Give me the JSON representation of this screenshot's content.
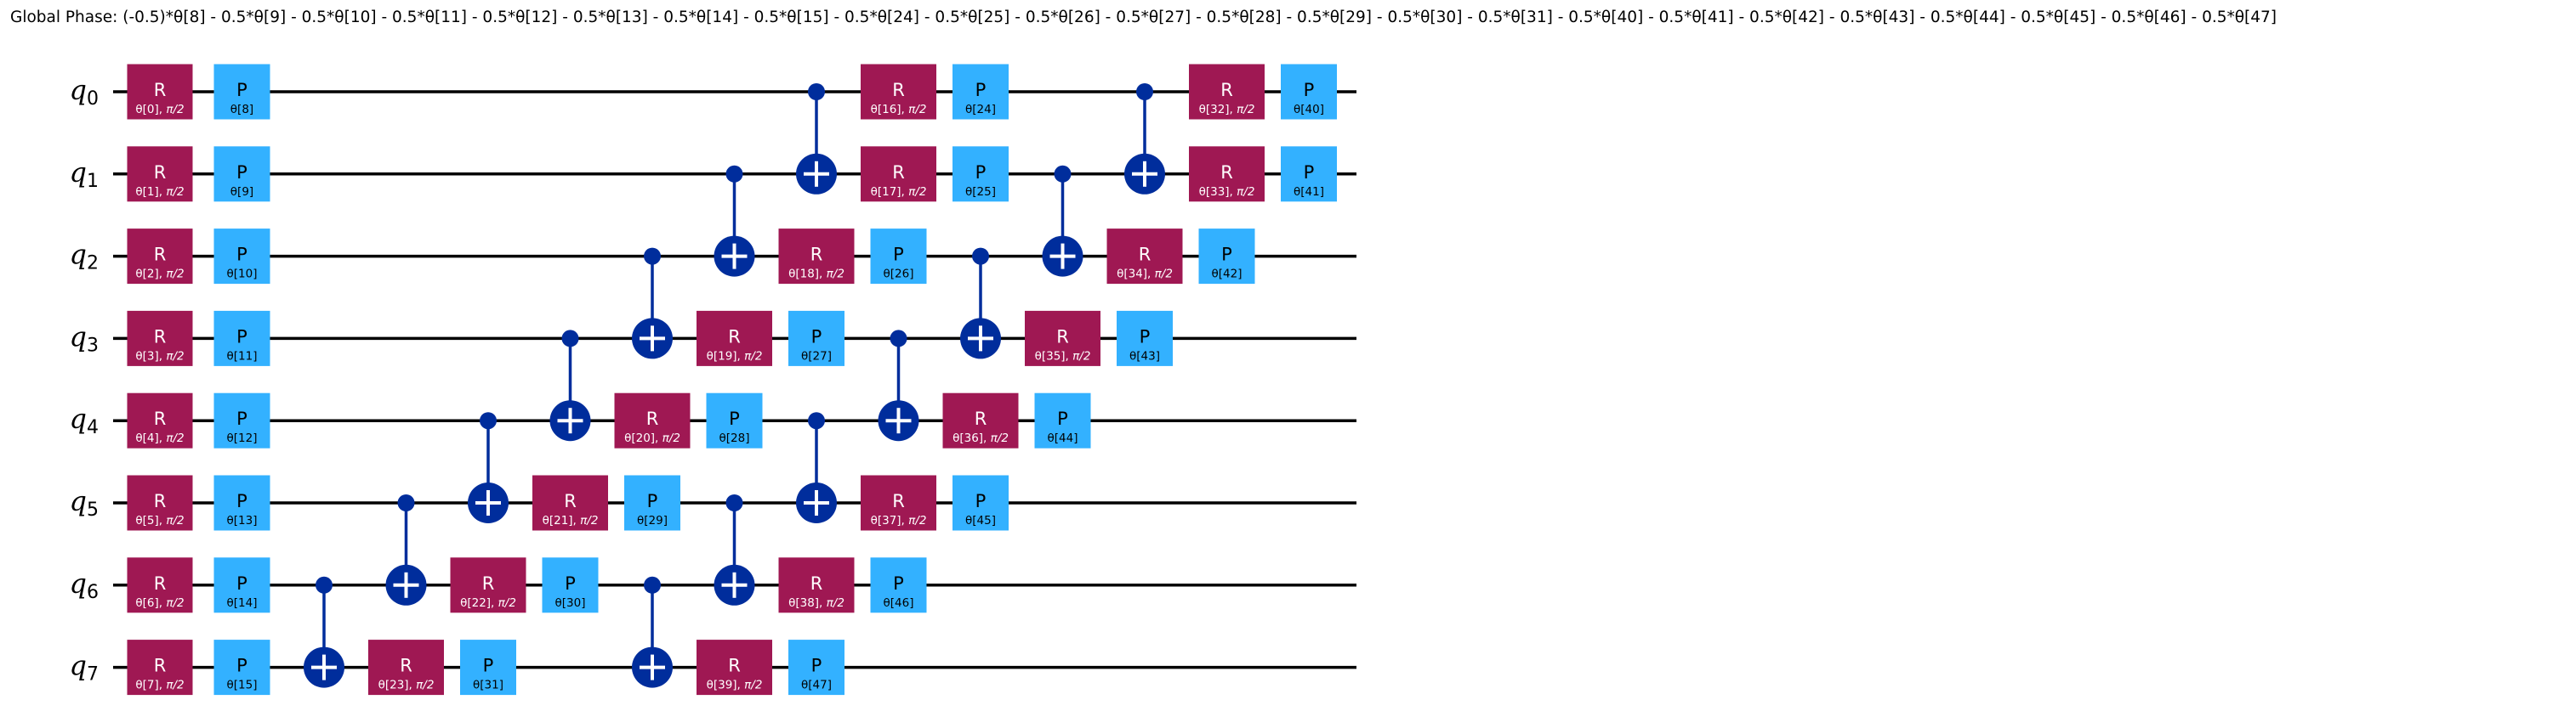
{
  "global_phase": "Global Phase: (-0.5)*θ[8] - 0.5*θ[9] - 0.5*θ[10] - 0.5*θ[11] - 0.5*θ[12] - 0.5*θ[13] - 0.5*θ[14] - 0.5*θ[15] - 0.5*θ[24] - 0.5*θ[25] - 0.5*θ[26] - 0.5*θ[27] - 0.5*θ[28] - 0.5*θ[29] - 0.5*θ[30] - 0.5*θ[31] - 0.5*θ[40] - 0.5*θ[41] - 0.5*θ[42] - 0.5*θ[43] - 0.5*θ[44] - 0.5*θ[45] - 0.5*θ[46] - 0.5*θ[47]",
  "colors": {
    "r_gate": "#9f1853",
    "p_gate": "#33b1ff",
    "cnot": "#002d9c",
    "wire": "#000000"
  },
  "qubits": [
    {
      "name": "q",
      "index": "0"
    },
    {
      "name": "q",
      "index": "1"
    },
    {
      "name": "q",
      "index": "2"
    },
    {
      "name": "q",
      "index": "3"
    },
    {
      "name": "q",
      "index": "4"
    },
    {
      "name": "q",
      "index": "5"
    },
    {
      "name": "q",
      "index": "6"
    },
    {
      "name": "q",
      "index": "7"
    }
  ],
  "gates": [
    {
      "type": "R",
      "label": "R",
      "moment": 0,
      "qubit": 0,
      "param": "θ[0]",
      "angle": "π/2"
    },
    {
      "type": "R",
      "label": "R",
      "moment": 0,
      "qubit": 1,
      "param": "θ[1]",
      "angle": "π/2"
    },
    {
      "type": "R",
      "label": "R",
      "moment": 0,
      "qubit": 2,
      "param": "θ[2]",
      "angle": "π/2"
    },
    {
      "type": "R",
      "label": "R",
      "moment": 0,
      "qubit": 3,
      "param": "θ[3]",
      "angle": "π/2"
    },
    {
      "type": "R",
      "label": "R",
      "moment": 0,
      "qubit": 4,
      "param": "θ[4]",
      "angle": "π/2"
    },
    {
      "type": "R",
      "label": "R",
      "moment": 0,
      "qubit": 5,
      "param": "θ[5]",
      "angle": "π/2"
    },
    {
      "type": "R",
      "label": "R",
      "moment": 0,
      "qubit": 6,
      "param": "θ[6]",
      "angle": "π/2"
    },
    {
      "type": "R",
      "label": "R",
      "moment": 0,
      "qubit": 7,
      "param": "θ[7]",
      "angle": "π/2"
    },
    {
      "type": "P",
      "label": "P",
      "moment": 1,
      "qubit": 0,
      "param": "θ[8]"
    },
    {
      "type": "P",
      "label": "P",
      "moment": 1,
      "qubit": 1,
      "param": "θ[9]"
    },
    {
      "type": "P",
      "label": "P",
      "moment": 1,
      "qubit": 2,
      "param": "θ[10]"
    },
    {
      "type": "P",
      "label": "P",
      "moment": 1,
      "qubit": 3,
      "param": "θ[11]"
    },
    {
      "type": "P",
      "label": "P",
      "moment": 1,
      "qubit": 4,
      "param": "θ[12]"
    },
    {
      "type": "P",
      "label": "P",
      "moment": 1,
      "qubit": 5,
      "param": "θ[13]"
    },
    {
      "type": "P",
      "label": "P",
      "moment": 1,
      "qubit": 6,
      "param": "θ[14]"
    },
    {
      "type": "P",
      "label": "P",
      "moment": 1,
      "qubit": 7,
      "param": "θ[15]"
    },
    {
      "type": "CX",
      "moment": 2,
      "control": 6,
      "target": 7
    },
    {
      "type": "CX",
      "moment": 3,
      "control": 5,
      "target": 6
    },
    {
      "type": "R",
      "label": "R",
      "moment": 3,
      "qubit": 7,
      "param": "θ[23]",
      "angle": "π/2"
    },
    {
      "type": "CX",
      "moment": 4,
      "control": 4,
      "target": 5
    },
    {
      "type": "R",
      "label": "R",
      "moment": 4,
      "qubit": 6,
      "param": "θ[22]",
      "angle": "π/2"
    },
    {
      "type": "P",
      "label": "P",
      "moment": 4,
      "qubit": 7,
      "param": "θ[31]"
    },
    {
      "type": "CX",
      "moment": 5,
      "control": 3,
      "target": 4
    },
    {
      "type": "R",
      "label": "R",
      "moment": 5,
      "qubit": 5,
      "param": "θ[21]",
      "angle": "π/2"
    },
    {
      "type": "P",
      "label": "P",
      "moment": 5,
      "qubit": 6,
      "param": "θ[30]"
    },
    {
      "type": "CX",
      "moment": 6,
      "control": 2,
      "target": 3
    },
    {
      "type": "R",
      "label": "R",
      "moment": 6,
      "qubit": 4,
      "param": "θ[20]",
      "angle": "π/2"
    },
    {
      "type": "P",
      "label": "P",
      "moment": 6,
      "qubit": 5,
      "param": "θ[29]"
    },
    {
      "type": "CX",
      "moment": 6,
      "control": 6,
      "target": 7
    },
    {
      "type": "CX",
      "moment": 7,
      "control": 1,
      "target": 2
    },
    {
      "type": "R",
      "label": "R",
      "moment": 7,
      "qubit": 3,
      "param": "θ[19]",
      "angle": "π/2"
    },
    {
      "type": "P",
      "label": "P",
      "moment": 7,
      "qubit": 4,
      "param": "θ[28]"
    },
    {
      "type": "CX",
      "moment": 7,
      "control": 5,
      "target": 6
    },
    {
      "type": "R",
      "label": "R",
      "moment": 7,
      "qubit": 7,
      "param": "θ[39]",
      "angle": "π/2"
    },
    {
      "type": "CX",
      "moment": 8,
      "control": 0,
      "target": 1
    },
    {
      "type": "R",
      "label": "R",
      "moment": 8,
      "qubit": 2,
      "param": "θ[18]",
      "angle": "π/2"
    },
    {
      "type": "P",
      "label": "P",
      "moment": 8,
      "qubit": 3,
      "param": "θ[27]"
    },
    {
      "type": "CX",
      "moment": 8,
      "control": 4,
      "target": 5
    },
    {
      "type": "R",
      "label": "R",
      "moment": 8,
      "qubit": 6,
      "param": "θ[38]",
      "angle": "π/2"
    },
    {
      "type": "P",
      "label": "P",
      "moment": 8,
      "qubit": 7,
      "param": "θ[47]"
    },
    {
      "type": "R",
      "label": "R",
      "moment": 9,
      "qubit": 0,
      "param": "θ[16]",
      "angle": "π/2"
    },
    {
      "type": "R",
      "label": "R",
      "moment": 9,
      "qubit": 1,
      "param": "θ[17]",
      "angle": "π/2"
    },
    {
      "type": "P",
      "label": "P",
      "moment": 9,
      "qubit": 2,
      "param": "θ[26]"
    },
    {
      "type": "CX",
      "moment": 9,
      "control": 3,
      "target": 4
    },
    {
      "type": "R",
      "label": "R",
      "moment": 9,
      "qubit": 5,
      "param": "θ[37]",
      "angle": "π/2"
    },
    {
      "type": "P",
      "label": "P",
      "moment": 9,
      "qubit": 6,
      "param": "θ[46]"
    },
    {
      "type": "P",
      "label": "P",
      "moment": 10,
      "qubit": 0,
      "param": "θ[24]"
    },
    {
      "type": "P",
      "label": "P",
      "moment": 10,
      "qubit": 1,
      "param": "θ[25]"
    },
    {
      "type": "CX",
      "moment": 10,
      "control": 2,
      "target": 3
    },
    {
      "type": "R",
      "label": "R",
      "moment": 10,
      "qubit": 4,
      "param": "θ[36]",
      "angle": "π/2"
    },
    {
      "type": "P",
      "label": "P",
      "moment": 10,
      "qubit": 5,
      "param": "θ[45]"
    },
    {
      "type": "CX",
      "moment": 11,
      "control": 1,
      "target": 2
    },
    {
      "type": "R",
      "label": "R",
      "moment": 11,
      "qubit": 3,
      "param": "θ[35]",
      "angle": "π/2"
    },
    {
      "type": "P",
      "label": "P",
      "moment": 11,
      "qubit": 4,
      "param": "θ[44]"
    },
    {
      "type": "CX",
      "moment": 12,
      "control": 0,
      "target": 1
    },
    {
      "type": "R",
      "label": "R",
      "moment": 12,
      "qubit": 2,
      "param": "θ[34]",
      "angle": "π/2"
    },
    {
      "type": "P",
      "label": "P",
      "moment": 12,
      "qubit": 3,
      "param": "θ[43]"
    },
    {
      "type": "R",
      "label": "R",
      "moment": 13,
      "qubit": 0,
      "param": "θ[32]",
      "angle": "π/2"
    },
    {
      "type": "R",
      "label": "R",
      "moment": 13,
      "qubit": 1,
      "param": "θ[33]",
      "angle": "π/2"
    },
    {
      "type": "P",
      "label": "P",
      "moment": 13,
      "qubit": 2,
      "param": "θ[42]"
    },
    {
      "type": "P",
      "label": "P",
      "moment": 14,
      "qubit": 0,
      "param": "θ[40]"
    },
    {
      "type": "P",
      "label": "P",
      "moment": 14,
      "qubit": 1,
      "param": "θ[41]"
    }
  ]
}
